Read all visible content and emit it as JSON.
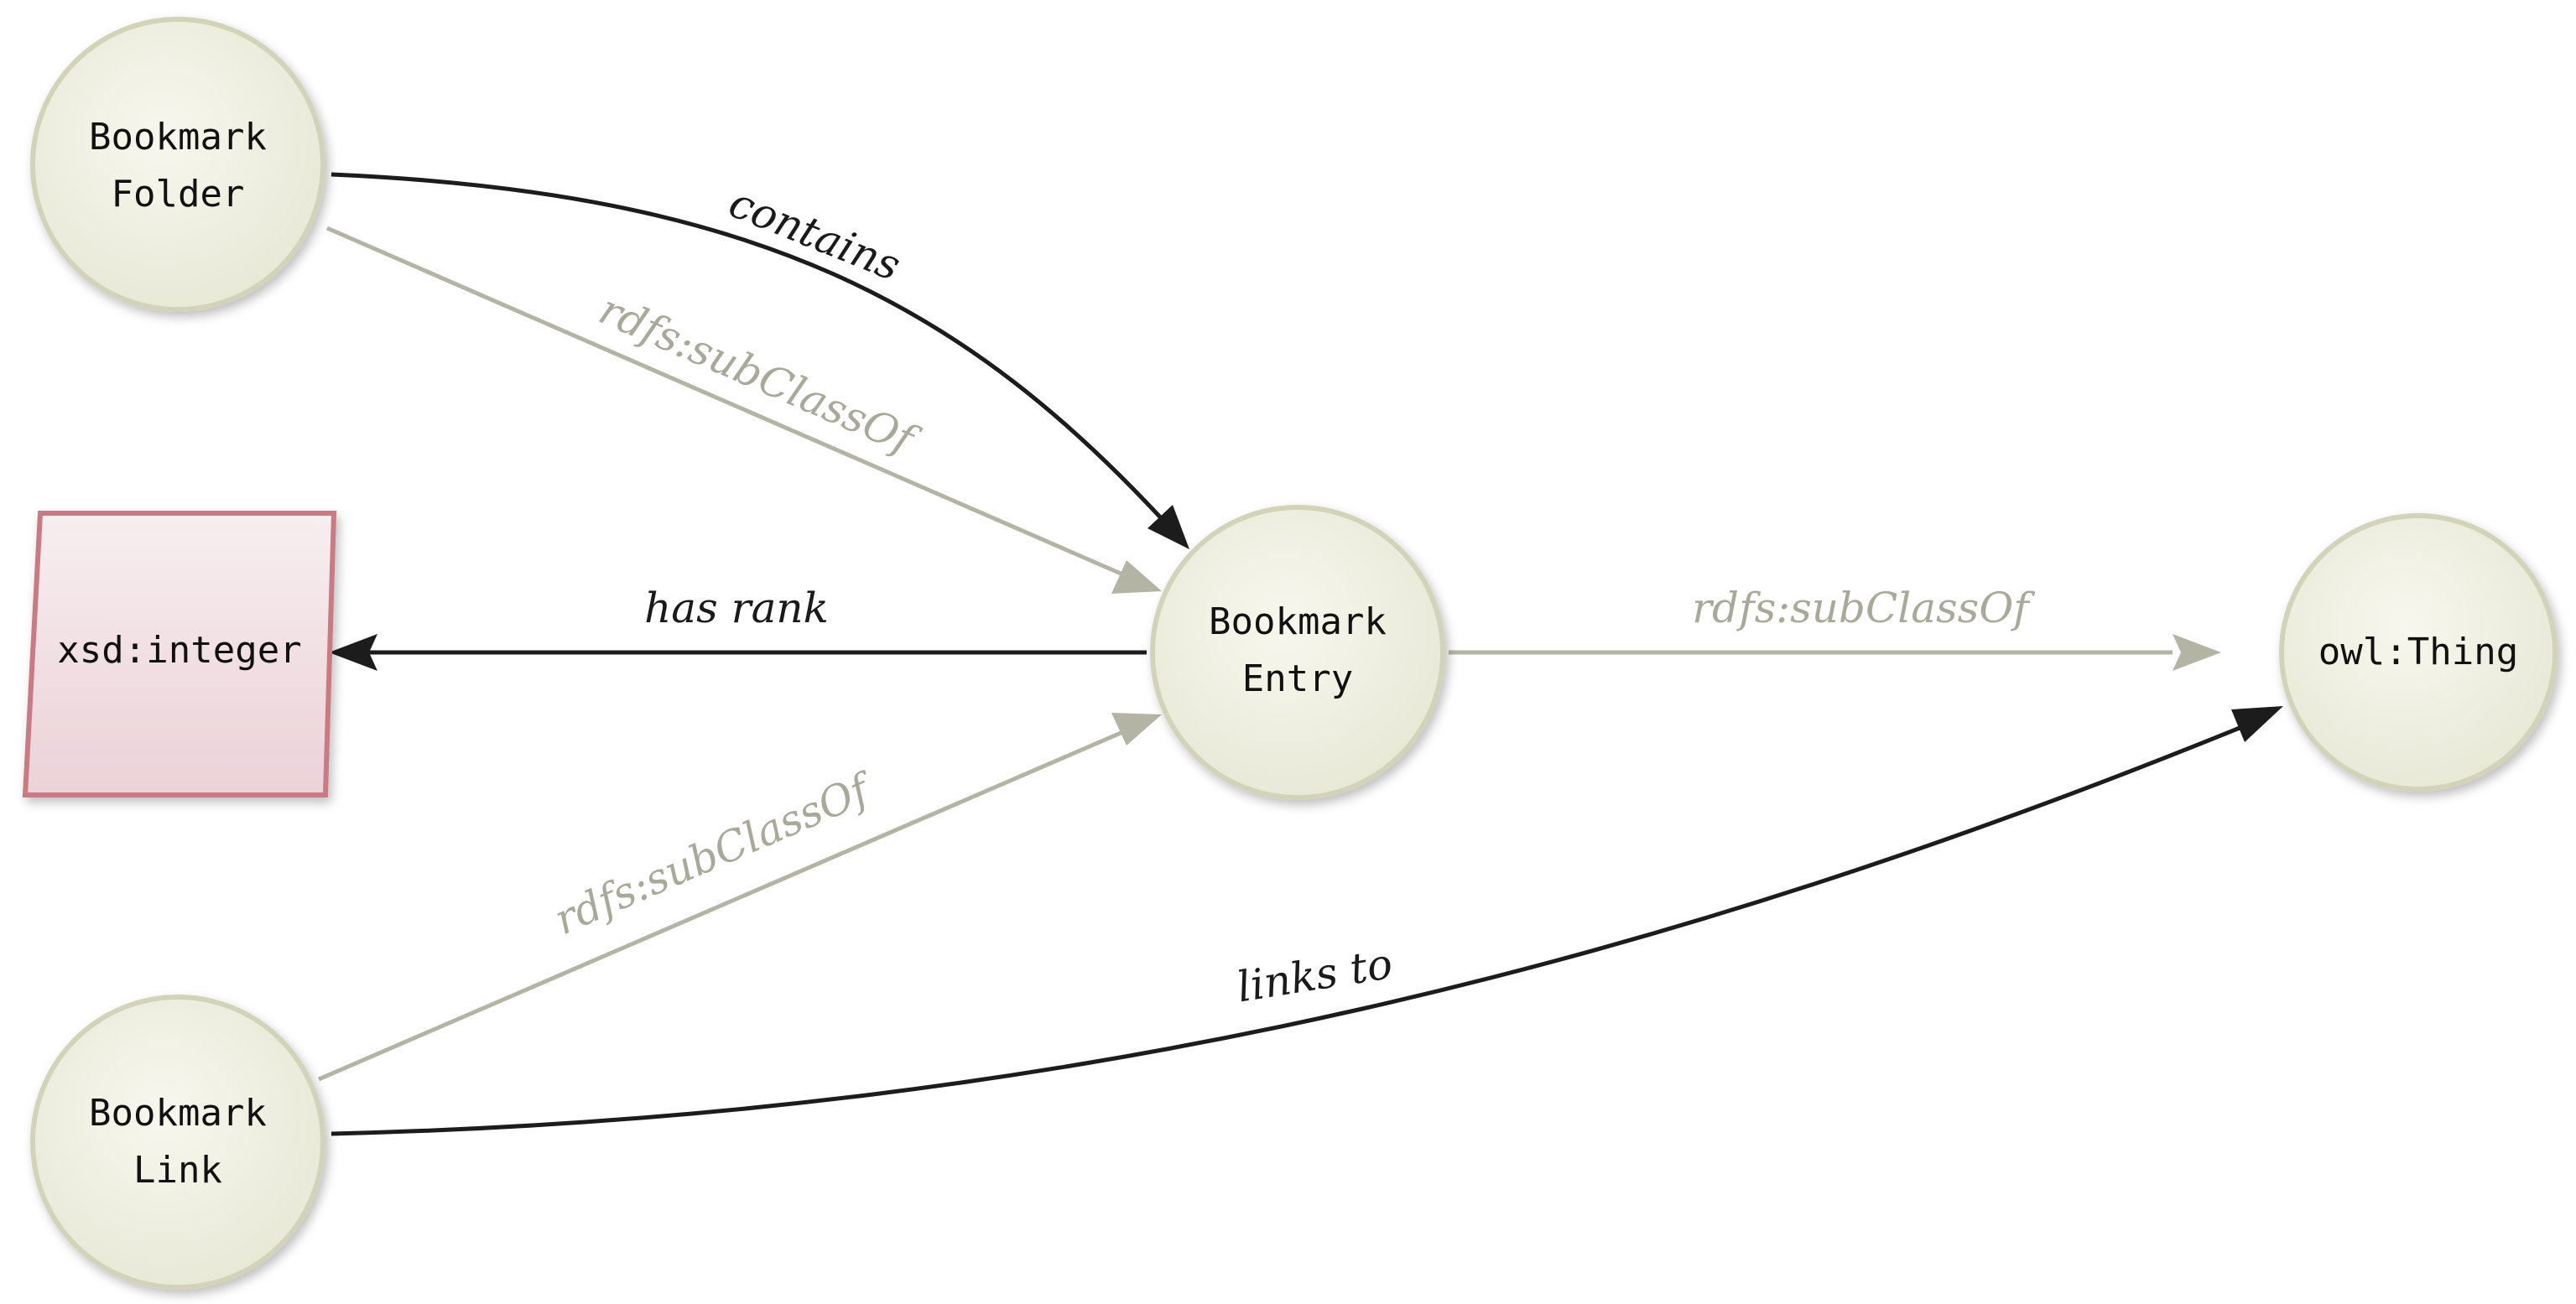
{
  "nodes": {
    "bookmark_folder": {
      "line1": "Bookmark",
      "line2": "Folder"
    },
    "bookmark_entry": {
      "line1": "Bookmark",
      "line2": "Entry"
    },
    "bookmark_link": {
      "line1": "Bookmark",
      "line2": "Link"
    },
    "owl_thing": {
      "label": "owl:Thing"
    },
    "xsd_integer": {
      "label": "xsd:integer"
    }
  },
  "edges": {
    "contains": {
      "label": "contains",
      "from": "Bookmark Folder",
      "to": "Bookmark Entry"
    },
    "folder_subclass": {
      "label": "rdfs:subClassOf",
      "from": "Bookmark Folder",
      "to": "Bookmark Entry"
    },
    "has_rank": {
      "label": "has rank",
      "from": "Bookmark Entry",
      "to": "xsd:integer"
    },
    "entry_subclass": {
      "label": "rdfs:subClassOf",
      "from": "Bookmark Entry",
      "to": "owl:Thing"
    },
    "link_subclass": {
      "label": "rdfs:subClassOf",
      "from": "Bookmark Link",
      "to": "Bookmark Entry"
    },
    "links_to": {
      "label": "links to",
      "from": "Bookmark Link",
      "to": "owl:Thing"
    }
  },
  "colors": {
    "class_fill": "#f1f1e4",
    "class_stroke": "#cfcfb6",
    "datatype_fill": "#f2dfe3",
    "datatype_stroke": "#c97a82",
    "property_edge": "#1c1c1c",
    "subclass_edge": "#b4b4a4"
  }
}
